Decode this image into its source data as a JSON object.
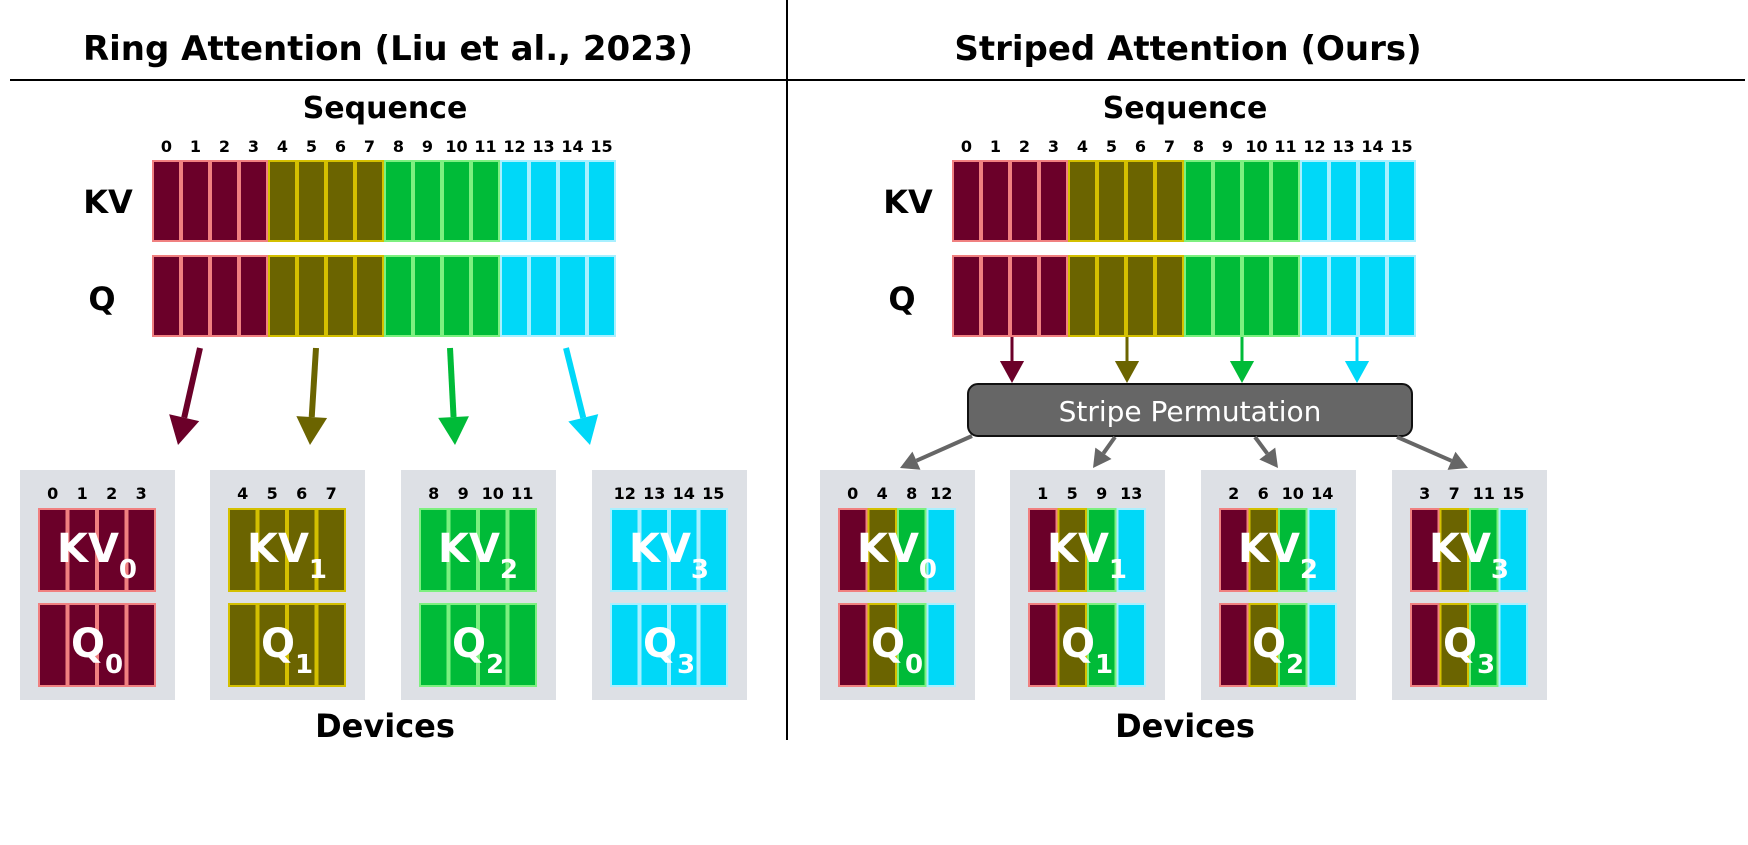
{
  "colors": {
    "groups": [
      "#6b0029",
      "#6b6400",
      "#00bb38",
      "#00d8f8"
    ],
    "borders": [
      "#f08080",
      "#d4c000",
      "#7df080",
      "#a8f0ff"
    ],
    "device_bg": "#dde0e5",
    "permutation_box": "#666666",
    "gray_arrow": "#666666"
  },
  "left": {
    "title": "Ring Attention (Liu et al., 2023)",
    "sequence_label": "Sequence",
    "kv_label": "KV",
    "q_label": "Q",
    "indices": [
      "0",
      "1",
      "2",
      "3",
      "4",
      "5",
      "6",
      "7",
      "8",
      "9",
      "10",
      "11",
      "12",
      "13",
      "14",
      "15"
    ],
    "devices_label": "Devices",
    "devices": [
      {
        "indices": [
          "0",
          "1",
          "2",
          "3"
        ],
        "kv": "KV",
        "q": "Q",
        "sub": "0",
        "groups": [
          0,
          0,
          0,
          0
        ]
      },
      {
        "indices": [
          "4",
          "5",
          "6",
          "7"
        ],
        "kv": "KV",
        "q": "Q",
        "sub": "1",
        "groups": [
          1,
          1,
          1,
          1
        ]
      },
      {
        "indices": [
          "8",
          "9",
          "10",
          "11"
        ],
        "kv": "KV",
        "q": "Q",
        "sub": "2",
        "groups": [
          2,
          2,
          2,
          2
        ]
      },
      {
        "indices": [
          "12",
          "13",
          "14",
          "15"
        ],
        "kv": "KV",
        "q": "Q",
        "sub": "3",
        "groups": [
          3,
          3,
          3,
          3
        ]
      }
    ]
  },
  "right": {
    "title": "Striped Attention (Ours)",
    "sequence_label": "Sequence",
    "kv_label": "KV",
    "q_label": "Q",
    "indices": [
      "0",
      "1",
      "2",
      "3",
      "4",
      "5",
      "6",
      "7",
      "8",
      "9",
      "10",
      "11",
      "12",
      "13",
      "14",
      "15"
    ],
    "permutation_label": "Stripe Permutation",
    "devices_label": "Devices",
    "devices": [
      {
        "indices": [
          "0",
          "4",
          "8",
          "12"
        ],
        "kv": "KV",
        "q": "Q",
        "sub": "0",
        "groups": [
          0,
          1,
          2,
          3
        ]
      },
      {
        "indices": [
          "1",
          "5",
          "9",
          "13"
        ],
        "kv": "KV",
        "q": "Q",
        "sub": "1",
        "groups": [
          0,
          1,
          2,
          3
        ]
      },
      {
        "indices": [
          "2",
          "6",
          "10",
          "14"
        ],
        "kv": "KV",
        "q": "Q",
        "sub": "2",
        "groups": [
          0,
          1,
          2,
          3
        ]
      },
      {
        "indices": [
          "3",
          "7",
          "11",
          "15"
        ],
        "kv": "KV",
        "q": "Q",
        "sub": "3",
        "groups": [
          0,
          1,
          2,
          3
        ]
      }
    ]
  }
}
